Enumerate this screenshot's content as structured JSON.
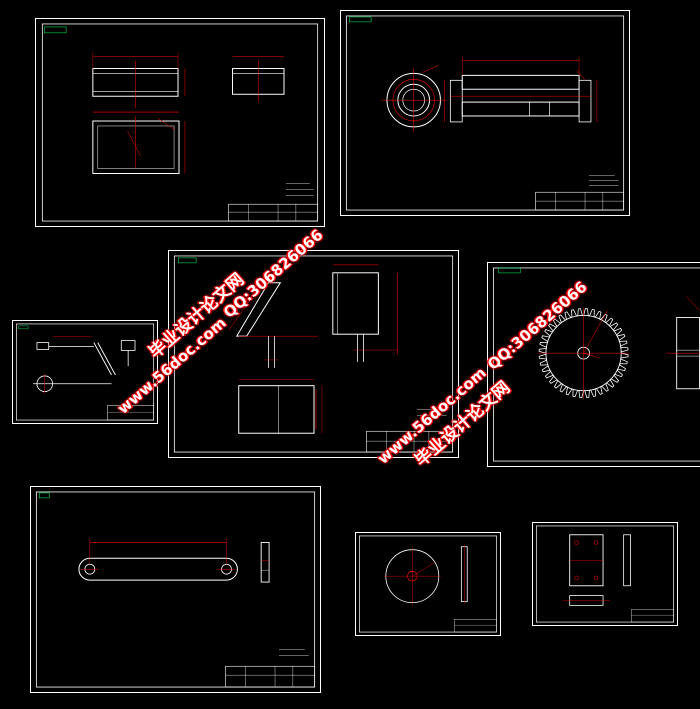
{
  "watermark": {
    "site": "www.56doc.com",
    "brand": "毕业设计论文网",
    "qq": "QQ:306826066"
  },
  "colors": {
    "background": "#000000",
    "frame": "#ffffff",
    "dimension": "#ff0000",
    "outline": "#ffffff",
    "label": "#00ff66"
  },
  "sheets": [
    {
      "id": "sheet-1",
      "content": "part-frame"
    },
    {
      "id": "sheet-2",
      "content": "shaft-assembly"
    },
    {
      "id": "sheet-3",
      "content": "bracket-plate"
    },
    {
      "id": "sheet-4",
      "content": "mechanism-sketch"
    },
    {
      "id": "sheet-5",
      "content": "gear"
    },
    {
      "id": "sheet-6",
      "content": "link-bar"
    },
    {
      "id": "sheet-7",
      "content": "disc"
    },
    {
      "id": "sheet-8",
      "content": "plate-with-holes"
    }
  ]
}
